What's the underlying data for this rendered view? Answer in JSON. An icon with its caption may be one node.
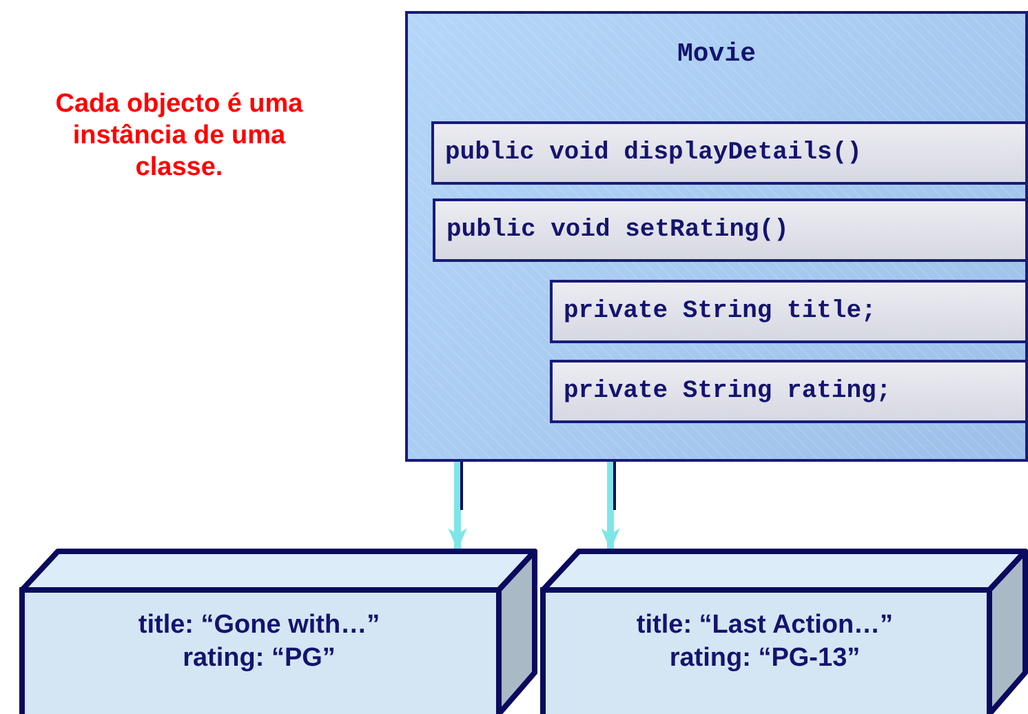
{
  "diagram": {
    "nodes": [
      {
        "text": [
          "Movie"
        ]
      },
      {
        "text": [
          "public void displayDetails()"
        ],
        "in": 0
      },
      {
        "text": [
          "public void setRating()"
        ],
        "in": 0
      },
      {
        "text": [
          "private String title;"
        ],
        "in": 0
      },
      {
        "text": [
          "private String rating;"
        ],
        "in": 0
      },
      {
        "text": [
          "title: “Gone with…”",
          "rating: “PG”"
        ]
      },
      {
        "text": [
          "title: “Last Action…”",
          "rating: “PG-13”"
        ]
      }
    ],
    "edges": [
      {
        "from": 0,
        "to": 5,
        "arrow": "to"
      },
      {
        "from": 0,
        "to": 6,
        "arrow": "to"
      }
    ],
    "labels": [
      "Cada objecto é uma instância de uma classe."
    ]
  }
}
